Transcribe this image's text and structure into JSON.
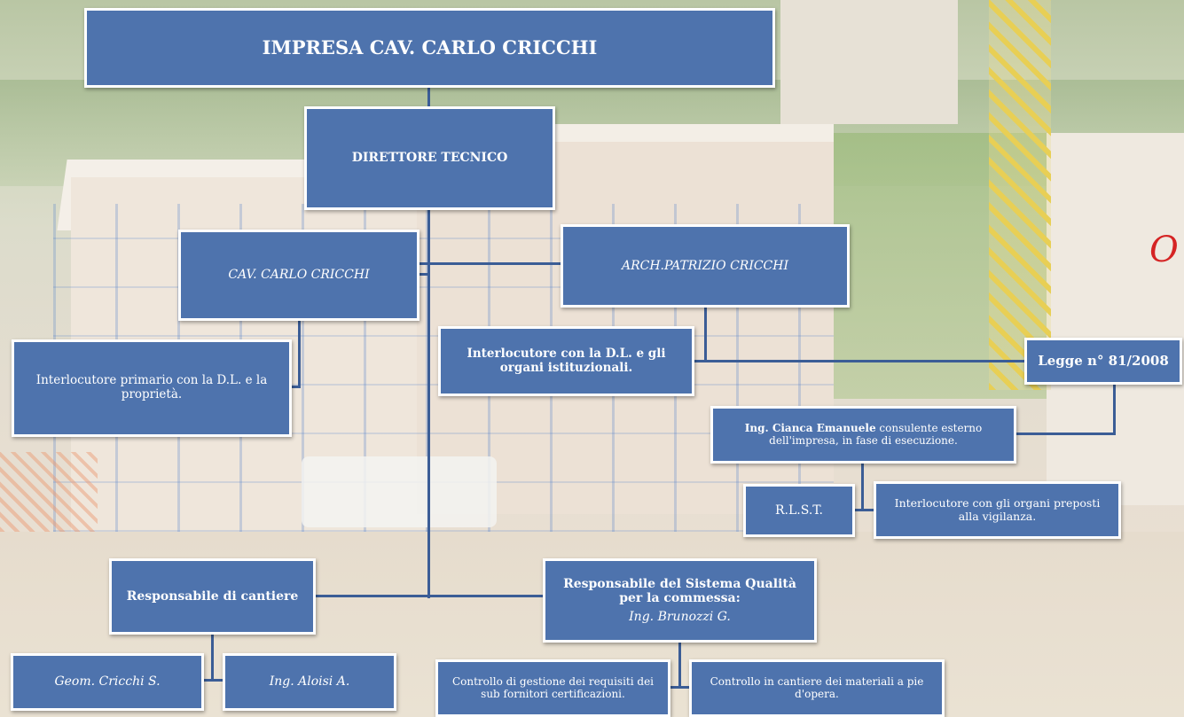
{
  "chart": {
    "company": "IMPRESA CAV. CARLO CRICCHI",
    "technical_director": "DIRETTORE TECNICO",
    "carlo": "CAV. CARLO CRICCHI",
    "patrizio": "ARCH.PATRIZIO CRICCHI",
    "carlo_role": "Interlocutore primario con la D.L. e la proprietà.",
    "patrizio_role": "Interlocutore con la D.L. e gli organi istituzionali.",
    "law": "Legge n° 81/2008",
    "consultant_name": "Ing. Cianca Emanuele",
    "consultant_role": " consulente esterno dell'impresa, in fase di esecuzione.",
    "rlst": "R.L.S.T.",
    "rlst_role": "Interlocutore con gli organi preposti alla vigilanza.",
    "site_manager": "Responsabile di cantiere",
    "quality_title": "Responsabile del Sistema Qualità per la commessa:",
    "quality_name": "Ing. Brunozzi G.",
    "site_staff_1": "Geom. Cricchi S.",
    "site_staff_2": "Ing. Aloisi A.",
    "quality_task_1": "Controllo di gestione dei requisiti dei sub fornitori certificazioni.",
    "quality_task_2": "Controllo in cantiere dei materiali a pie d'opera."
  },
  "decoration": {
    "logo_glyph": "O",
    "box_color": "#4e73ad",
    "line_color": "#3b5d96"
  }
}
